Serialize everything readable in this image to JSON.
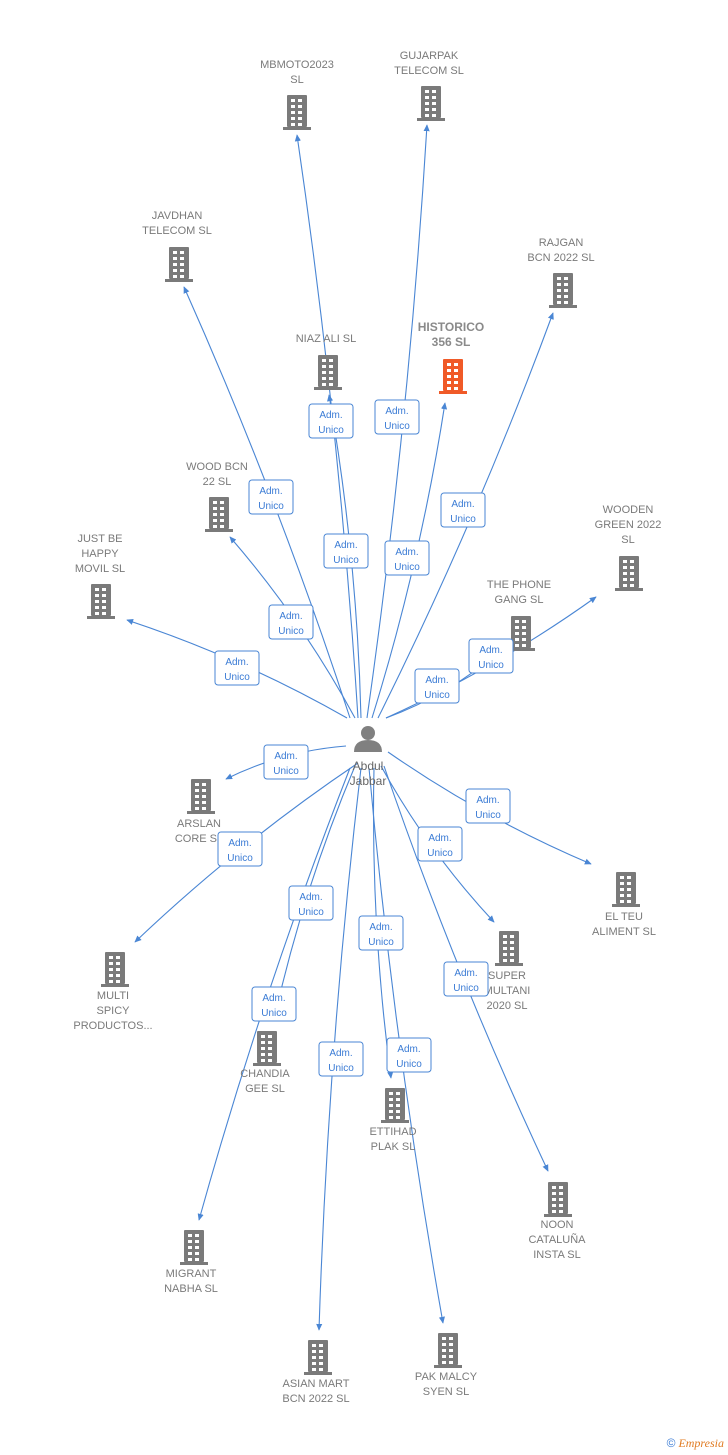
{
  "colors": {
    "edge": "#4a86d4",
    "building": "#7a7a7a",
    "highlight": "#f05a28",
    "person": "#808080"
  },
  "person": {
    "lines": [
      "Abdul",
      "Jabbar"
    ]
  },
  "edge_label": [
    "Adm.",
    "Unico"
  ],
  "companies": [
    {
      "id": "mbmoto",
      "lines": [
        "MBMOTO2023",
        "SL"
      ]
    },
    {
      "id": "gujarpak",
      "lines": [
        "GUJARPAK",
        "TELECOM SL"
      ]
    },
    {
      "id": "javdhan",
      "lines": [
        "JAVDHAN",
        "TELECOM SL"
      ]
    },
    {
      "id": "rajgan",
      "lines": [
        "RAJGAN",
        "BCN 2022  SL"
      ]
    },
    {
      "id": "niaz",
      "lines": [
        "NIAZ ALI  SL"
      ]
    },
    {
      "id": "historico",
      "lines": [
        "HISTORICO",
        "356  SL"
      ],
      "highlight": true
    },
    {
      "id": "woodbcn",
      "lines": [
        "WOOD BCN",
        "22  SL"
      ]
    },
    {
      "id": "wooden",
      "lines": [
        "WOODEN",
        "GREEN 2022",
        "SL"
      ]
    },
    {
      "id": "justbe",
      "lines": [
        "JUST BE",
        "HAPPY",
        "MOVIL  SL"
      ]
    },
    {
      "id": "phone",
      "lines": [
        "THE PHONE",
        "GANG  SL"
      ]
    },
    {
      "id": "arslan",
      "lines": [
        "ARSLAN",
        "CORE  SL"
      ]
    },
    {
      "id": "elteu",
      "lines": [
        "EL TEU",
        "ALIMENT  SL"
      ]
    },
    {
      "id": "multi",
      "lines": [
        "MULTI",
        "SPICY",
        "PRODUCTOS..."
      ]
    },
    {
      "id": "super",
      "lines": [
        "SUPER",
        "MULTANI",
        "2020  SL"
      ]
    },
    {
      "id": "chandia",
      "lines": [
        "CHANDIA",
        "GEE  SL"
      ]
    },
    {
      "id": "ettihad",
      "lines": [
        "ETTIHAD",
        "PLAK  SL"
      ]
    },
    {
      "id": "noon",
      "lines": [
        "NOON",
        "CATALUÑA",
        "INSTA  SL"
      ]
    },
    {
      "id": "migrant",
      "lines": [
        "MIGRANT",
        "NABHA  SL"
      ]
    },
    {
      "id": "asian",
      "lines": [
        "ASIAN MART",
        "BCN 2022  SL"
      ]
    },
    {
      "id": "pak",
      "lines": [
        "PAK MALCY",
        "SYEN  SL"
      ]
    }
  ],
  "footer": {
    "copyright": "©",
    "brand": "Empresia"
  }
}
